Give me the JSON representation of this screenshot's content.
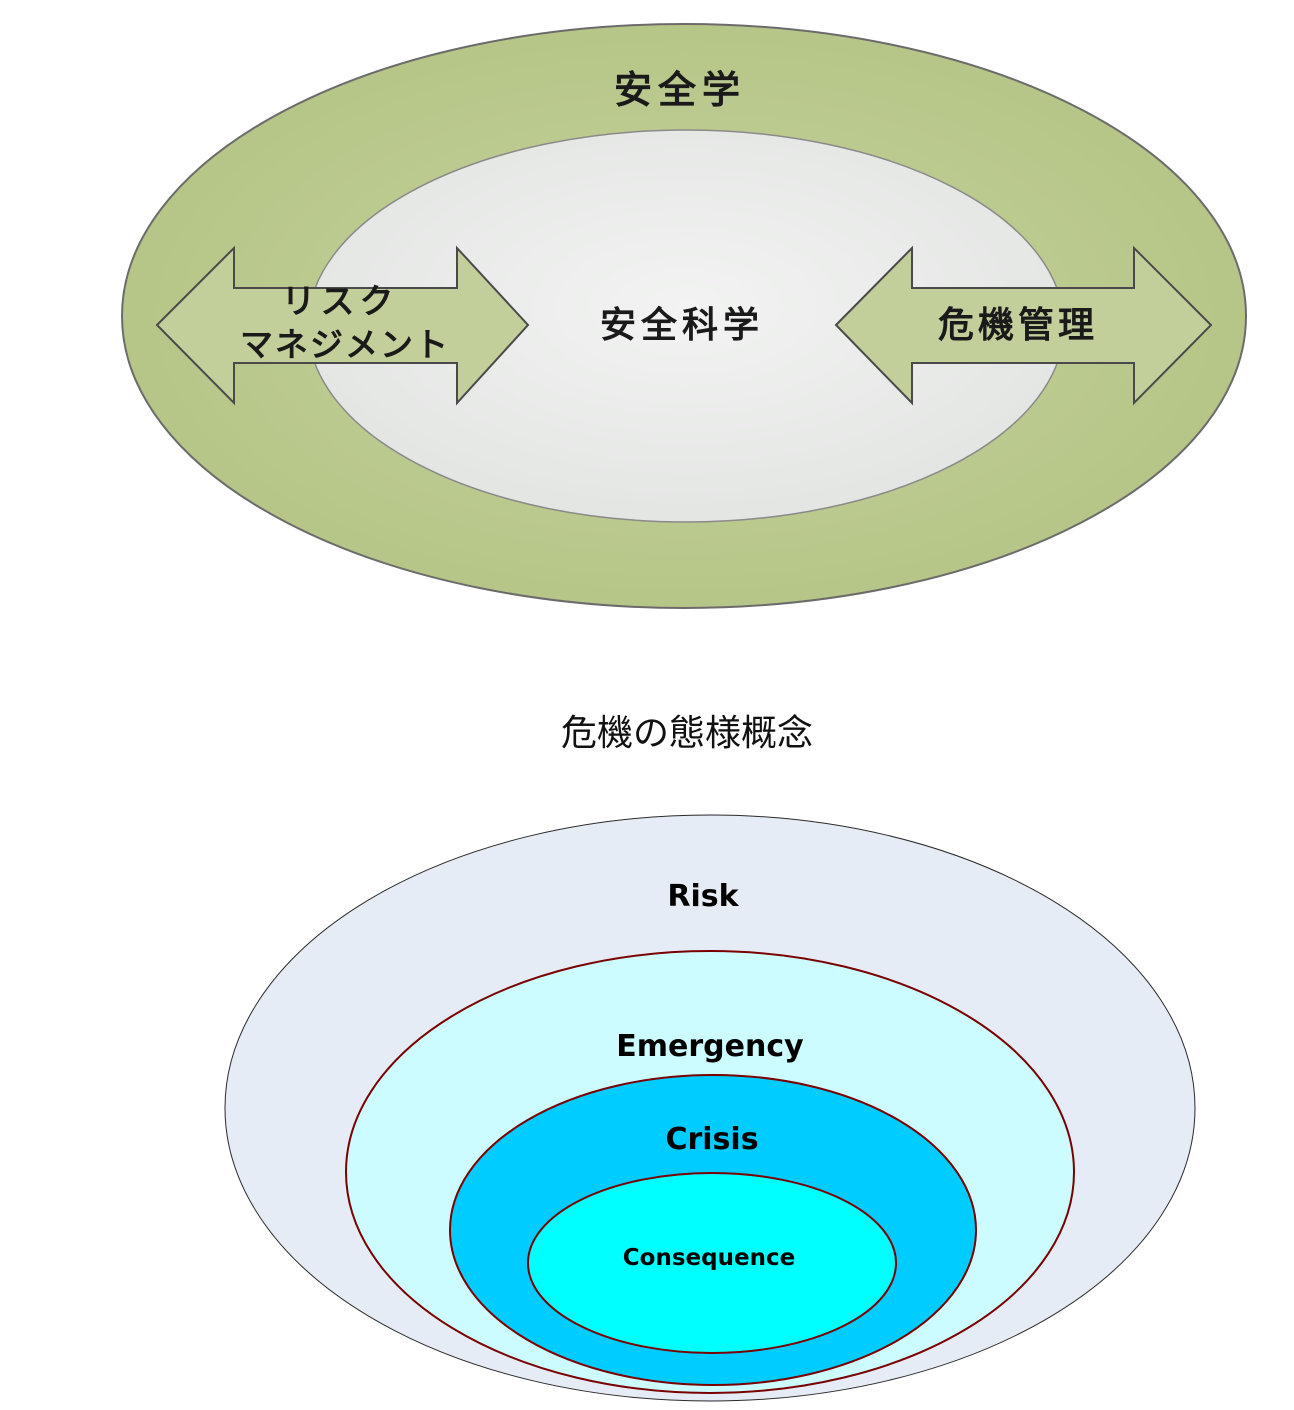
{
  "safety_diagram": {
    "outer_label": "安全学",
    "inner_label": "安全科学",
    "left_arrow_line1": "リスク",
    "left_arrow_line2": "マネジメント",
    "right_arrow_label": "危機管理",
    "colors": {
      "outer_ring": "#bccb8e",
      "inner_core": "#e9ebea",
      "arrow_fill": "#c3cf9a",
      "outline": "#555555"
    }
  },
  "caption": "危機の態様概念",
  "crisis_diagram": {
    "levels": [
      {
        "label": "Risk",
        "color": "#e6ecf6"
      },
      {
        "label": "Emergency",
        "color": "#ccfcff"
      },
      {
        "label": "Crisis",
        "color": "#00ccff"
      },
      {
        "label": "Consequence",
        "color": "#00ffff"
      }
    ],
    "outline_color": "#7a0000"
  }
}
